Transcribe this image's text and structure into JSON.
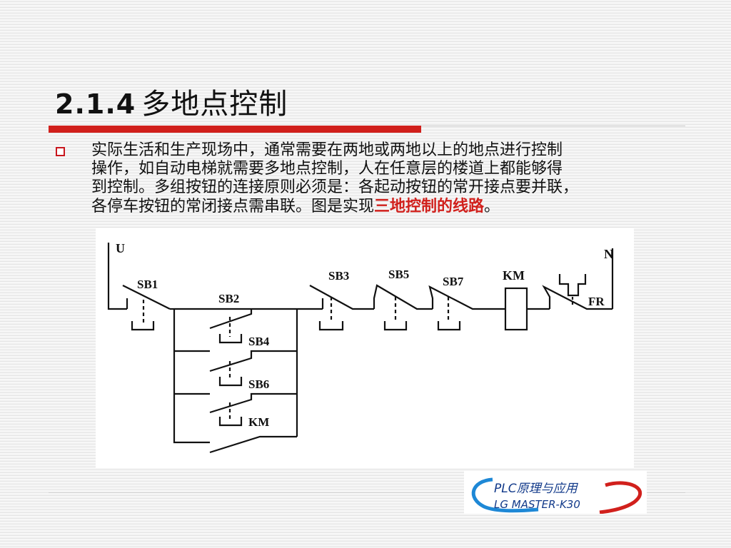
{
  "slide": {
    "title_num": "2.1.4",
    "title_text": "多地点控制",
    "body_lines": [
      "实际生活和生产现场中，通常需要在两地或两地以上的地点进行控制",
      "操作，如自动电梯就需要多地点控制，人在任意层的楼道上都能够得",
      "到控制。多组按钮的连接原则必须是：各起动按钮的常开接点要并联，"
    ],
    "last_line_pre": "各停车按钮的常闭接点需串联。图是实现",
    "last_line_highlight": "三地控制的线路",
    "last_line_post": "。",
    "accent_color": "#d1201c"
  },
  "diagram": {
    "label_u": "U",
    "label_n": "N",
    "label_sb1": "SB1",
    "label_sb2": "SB2",
    "label_sb4": "SB4",
    "label_sb6": "SB6",
    "label_km_contact": "KM",
    "label_sb3": "SB3",
    "label_sb5": "SB5",
    "label_sb7": "SB7",
    "label_km_coil": "KM",
    "label_fr": "FR"
  },
  "logo": {
    "line1": "PLC原理与应用",
    "line2": "LG MASTER-K30"
  }
}
